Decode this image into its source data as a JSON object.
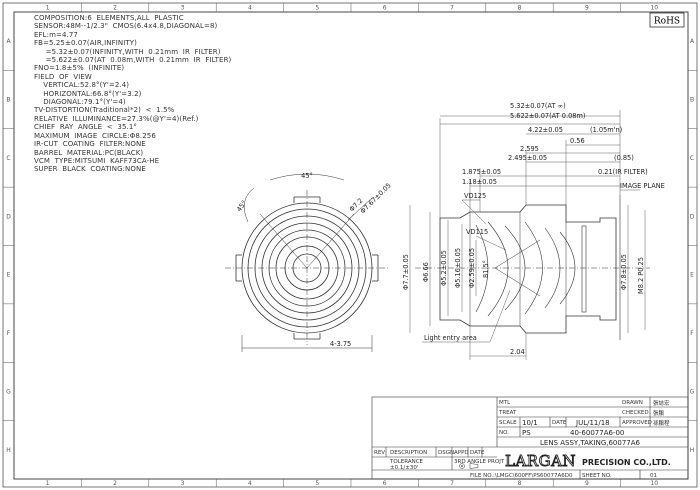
{
  "border": {
    "columns": [
      "1",
      "2",
      "3",
      "4",
      "5",
      "6",
      "7",
      "8",
      "9",
      "10"
    ],
    "rows": [
      "A",
      "B",
      "C",
      "D",
      "E",
      "F",
      "G",
      "H"
    ]
  },
  "rohs": "RoHS",
  "specs": [
    "COMPOSITION:6  ELEMENTS,ALL  PLASTIC",
    "SENSOR:48M--1/2.3\"  CMOS(6.4x4.8,DIAGONAL=8)",
    "EFL:m=4.77",
    "FB=5.25±0.07(AIR,INFINITY)",
    "     =5.32±0.07(INFINITY,WITH  0.21mm  IR  FILTER)",
    "     =5.622±0.07(AT  0.08m,WITH  0.21mm  IR  FILTER)",
    "FNO=1.8±5%  (INFINITE)",
    "FIELD  OF  VIEW",
    "    VERTICAL:52.8°(Y'=2.4)",
    "    HORIZONTAL:66.8°(Y'=3.2)",
    "    DIAGONAL:79.1°(Y'=4)",
    "TV-DISTORTION(Traditional*2)  <  1.5%",
    "RELATIVE  ILLUMINANCE=27.3%(@Y'=4)(Ref.)",
    "CHIEF  RAY  ANGLE  <  35.1°",
    "MAXIMUM  IMAGE  CIRCLE:Φ8.256",
    "IR-CUT  COATING  FILTER:NONE",
    "BARREL  MATERIAL:PC(BLACK)",
    "VCM  TYPE:MITSUMI  KAFF73CA-HE",
    "SUPER  BLACK  COATING:NONE"
  ],
  "front_view": {
    "angle_top": "45°",
    "angle_left": "45°",
    "dia_a": "Φ7.2",
    "dia_b": "Φ7.67±0.05",
    "width": "4-3.75"
  },
  "side_view": {
    "dims_top": [
      "5.32±0.07(AT ∞)",
      "5.622±0.07(AT 0.08m)",
      "4.22±0.05",
      "(1.05m'n)",
      "0.56",
      "2.595",
      "2.495±0.05",
      "(0.85)",
      "1.875±0.05",
      "0.21(IR FILTER)",
      "1.18±0.05"
    ],
    "image_plane": "IMAGE PLANE",
    "vd25": "VD125",
    "vd15": "VD115",
    "dia_left": [
      "Φ7.7±0.05",
      "Φ6.66",
      "Φ5.2±0.05",
      "Φ5.16±0.05",
      "Φ2.59±0.05",
      "81.5°"
    ],
    "thread": "M8.2  P0.25",
    "dia_right": "Φ7.8±0.05",
    "light_entry": "Light entry area",
    "bottom_dim": "2.04"
  },
  "title_block": {
    "fields": {
      "mtl": "MTL",
      "treat": "TREAT",
      "scale": "SCALE",
      "no": "NO.",
      "date": "DATE",
      "drawn": "DRAWN",
      "checked": "CHECKED",
      "approved": "APPROVED"
    },
    "scale_value": "10/1",
    "date_value": "JUL/11/18",
    "no_value": "PS",
    "part_no": "40-60077A6-00",
    "description": "LENS ASSY,TAKING,60077A6",
    "signatures": [
      "張誌宏",
      "張鵬",
      "孫鵬程"
    ],
    "rev_headers": [
      "REV",
      "DESCRIPTION",
      "DSGN",
      "APPD",
      "DATE"
    ],
    "tolerance_label": "TOLERANCE",
    "tolerance_value": "±0.1/±30'",
    "angle_label": "3RD  ANGLE  PROJT",
    "company_logo": "LARGAN",
    "company_name": "PRECISION CO.,LTD.",
    "file_no": "FILE NO.:\\LMGC\\600FF\\PS60077A6D0",
    "sheet_no": "SHEET NO.",
    "sheet_value": "01"
  }
}
